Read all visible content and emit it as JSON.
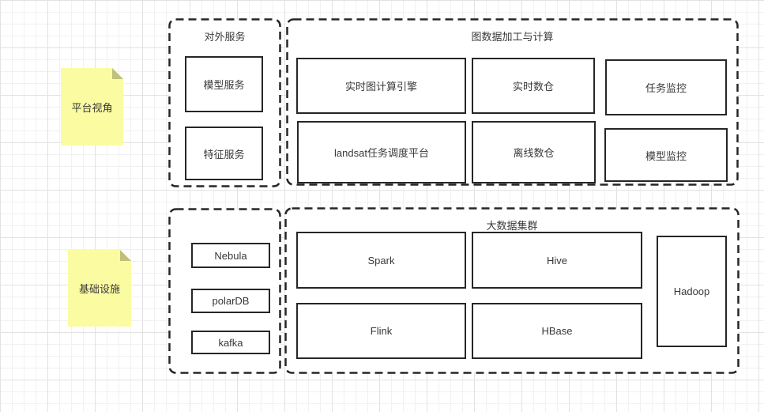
{
  "colors": {
    "note_fill": "#fbfba2",
    "note_fold": "#c0c07c",
    "shape_border": "#262626",
    "shape_fill": "#ffffff",
    "text": "#383838",
    "grid_minor": "#f1f1f1",
    "grid_major": "#e2e2e2",
    "canvas_bg": "#ffffff"
  },
  "notes": {
    "platform_view": "平台视角",
    "infrastructure": "基础设施"
  },
  "groups": {
    "external_services": {
      "title": "对外服务",
      "nodes": {
        "model_service": "模型服务",
        "feature_service": "特征服务"
      }
    },
    "graph_processing": {
      "title": "图数据加工与计算",
      "nodes": {
        "realtime_graph_engine": "实时图计算引擎",
        "realtime_warehouse": "实时数仓",
        "task_monitor": "任务监控",
        "landsat_scheduler": "landsat任务调度平台",
        "offline_warehouse": "离线数仓",
        "model_monitor": "模型监控"
      }
    },
    "infrastructure_storage": {
      "nodes": {
        "nebula": "Nebula",
        "polardb": "polarDB",
        "kafka": "kafka"
      }
    },
    "big_data_cluster": {
      "title": "大数据集群",
      "nodes": {
        "spark": "Spark",
        "hive": "Hive",
        "flink": "Flink",
        "hbase": "HBase",
        "hadoop": "Hadoop"
      }
    }
  }
}
